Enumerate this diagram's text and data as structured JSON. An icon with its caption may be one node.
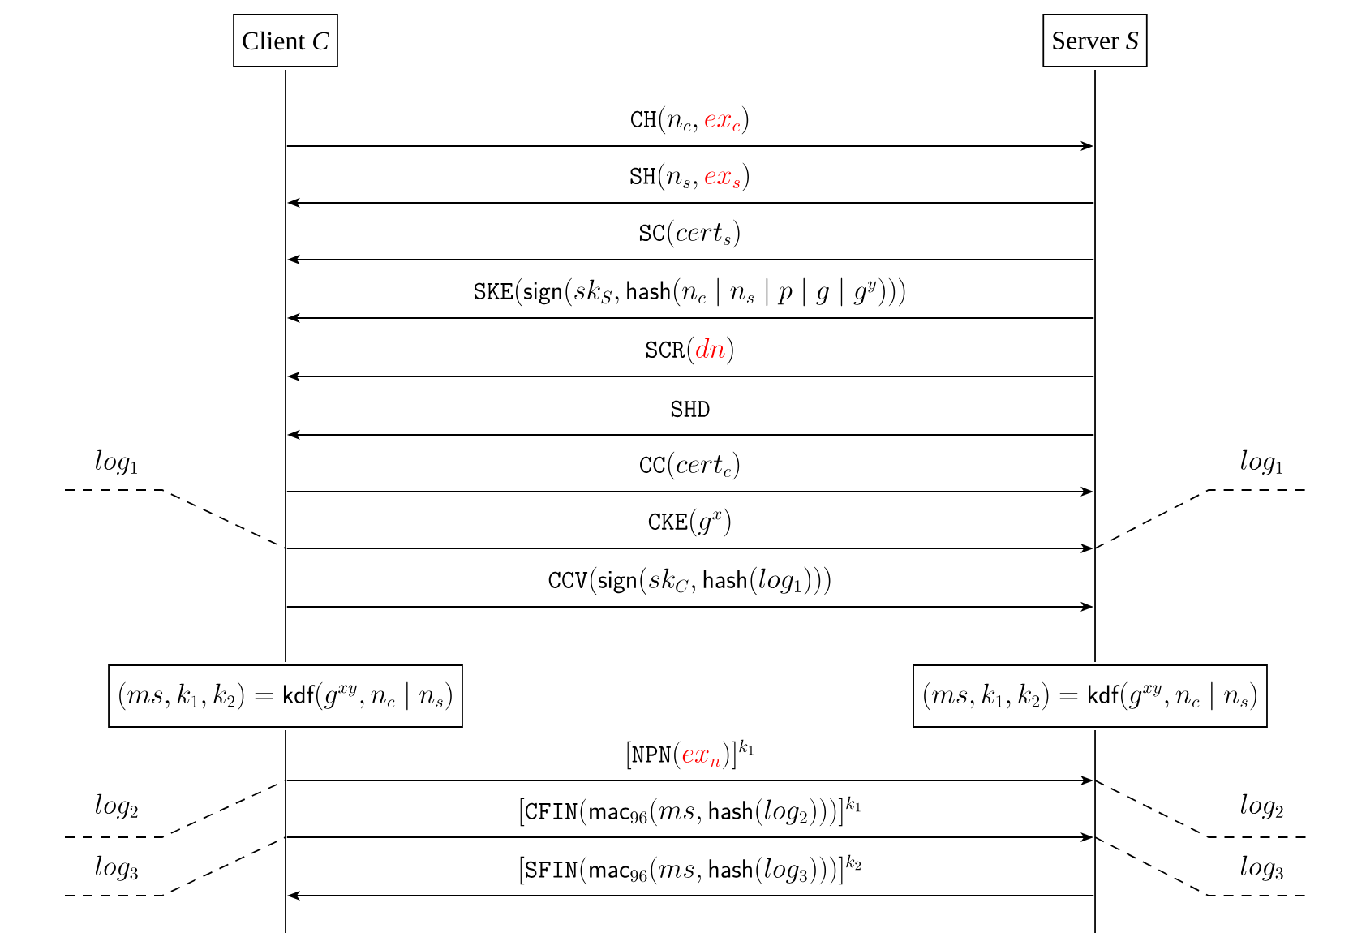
{
  "diagram": {
    "nodes": [
      {
        "text": [
          "Client *C*"
        ]
      },
      {
        "text": [
          "Server *S*"
        ]
      },
      {
        "text": [],
        "shape": "bar"
      },
      {
        "text": [],
        "shape": "bar"
      },
      {
        "text": [
          "(ms, k_1, k_2) = \\mathsf{kdf}(g^{xy}, n_c \\mid n_s)"
        ]
      },
      {
        "text": [
          "(ms, k_1, k_2) = \\mathsf{kdf}(g^{xy}, n_c \\mid n_s)"
        ]
      },
      {
        "text": [],
        "shape": "bar"
      },
      {
        "text": [],
        "shape": "bar"
      }
    ],
    "edges": [
      {
        "from": 2,
        "to": 3,
        "arrow": "to",
        "label": "\\mathtt{CH}(n_c, {\\color{red}ex_c})"
      },
      {
        "from": 3,
        "to": 2,
        "arrow": "to",
        "label": "\\mathtt{SH}(n_s, {\\color{red}ex_s})"
      },
      {
        "from": 3,
        "to": 2,
        "arrow": "to",
        "label": "\\mathtt{SC}(cert_s)"
      },
      {
        "from": 3,
        "to": 2,
        "arrow": "to",
        "label": "\\mathtt{SKE}(\\mathsf{sign}(sk_S, \\mathsf{hash}(n_c \\mid n_s \\mid p \\mid g \\mid g^y)))"
      },
      {
        "from": 3,
        "to": 2,
        "arrow": "to",
        "label": "\\mathtt{SCR}({\\color{red}dn})"
      },
      {
        "from": 3,
        "to": 2,
        "arrow": "to",
        "label": "\\mathtt{SHD}"
      },
      {
        "from": 2,
        "to": 3,
        "arrow": "to",
        "label": "\\mathtt{CC}(cert_c)"
      },
      {
        "from": 2,
        "to": 3,
        "arrow": "to",
        "label": "\\mathtt{CKE}(g^x)"
      },
      {
        "from": 2,
        "to": 3,
        "arrow": "to",
        "label": "\\mathtt{CCV}(\\mathsf{sign}(sk_C, \\mathsf{hash}(log_1)))"
      },
      {
        "from": 6,
        "to": 7,
        "arrow": "to",
        "label": "[\\mathtt{NPN}({\\color{red}ex_n})]^{k_1}"
      },
      {
        "from": 6,
        "to": 7,
        "arrow": "to",
        "label": "[\\mathtt{CFIN}(\\mathsf{mac}_{96}(ms, \\mathsf{hash}(log_2)))]^{k_1}"
      },
      {
        "from": 7,
        "to": 6,
        "arrow": "to",
        "label": "[\\mathtt{SFIN}(\\mathsf{mac}_{96}(ms, \\mathsf{hash}(log_3)))]^{k_2}"
      }
    ],
    "labels": [
      "log_1",
      "log_1",
      "log_2",
      "log_2",
      "log_3",
      "log_3"
    ]
  }
}
